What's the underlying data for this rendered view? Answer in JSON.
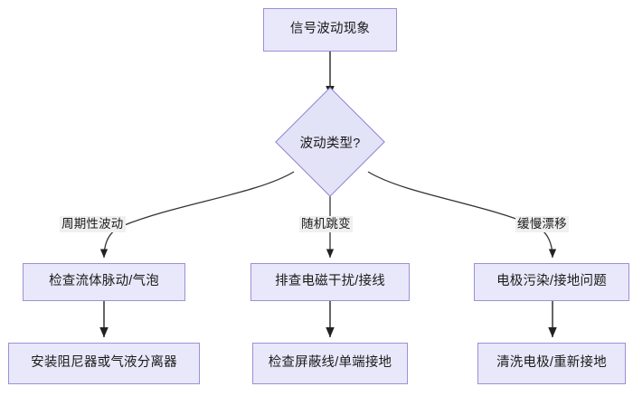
{
  "diagram": {
    "type": "flowchart",
    "direction": "top-down",
    "theme": {
      "node_fill": "#e8e8fa",
      "node_border": "#9d8fd6",
      "decision_fill": "#e3e3f8",
      "decision_border": "#8f7fd4",
      "edge_color": "#333333",
      "edge_label_bg": "#f0f0f0",
      "text_color": "#1b1b1b",
      "background": "#ffffff"
    },
    "nodes": {
      "start": {
        "id": "start",
        "shape": "rect",
        "label": "信号波动现象"
      },
      "decision": {
        "id": "decision",
        "shape": "diamond",
        "label": "波动类型?"
      },
      "branch_left_check": {
        "id": "branch_left_check",
        "shape": "rect",
        "label": "检查流体脉动/气泡"
      },
      "branch_mid_check": {
        "id": "branch_mid_check",
        "shape": "rect",
        "label": "排查电磁干扰/接线"
      },
      "branch_right_check": {
        "id": "branch_right_check",
        "shape": "rect",
        "label": "电极污染/接地问题"
      },
      "branch_left_action": {
        "id": "branch_left_action",
        "shape": "rect",
        "label": "安装阻尼器或气液分离器"
      },
      "branch_mid_action": {
        "id": "branch_mid_action",
        "shape": "rect",
        "label": "检查屏蔽线/单端接地"
      },
      "branch_right_action": {
        "id": "branch_right_action",
        "shape": "rect",
        "label": "清洗电极/重新接地"
      }
    },
    "edges": [
      {
        "from": "start",
        "to": "decision",
        "label": ""
      },
      {
        "from": "decision",
        "to": "branch_left_check",
        "label": "周期性波动"
      },
      {
        "from": "decision",
        "to": "branch_mid_check",
        "label": "随机跳变"
      },
      {
        "from": "decision",
        "to": "branch_right_check",
        "label": "缓慢漂移"
      },
      {
        "from": "branch_left_check",
        "to": "branch_left_action",
        "label": ""
      },
      {
        "from": "branch_mid_check",
        "to": "branch_mid_action",
        "label": ""
      },
      {
        "from": "branch_right_check",
        "to": "branch_right_action",
        "label": ""
      }
    ]
  }
}
